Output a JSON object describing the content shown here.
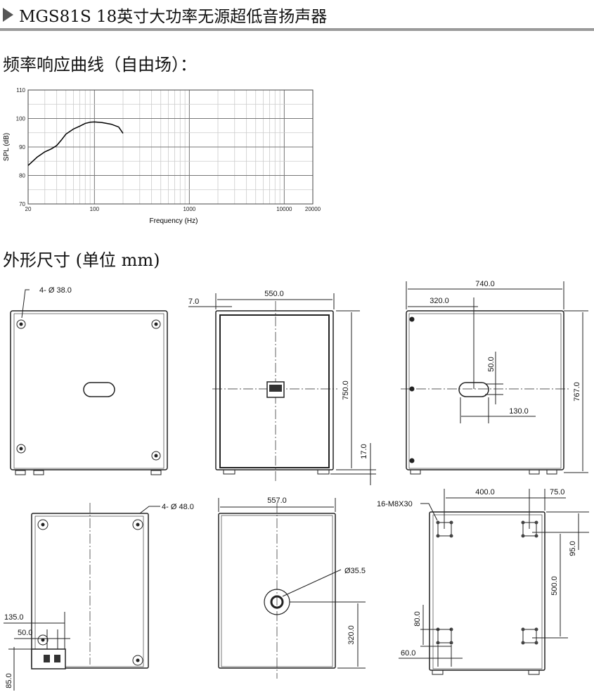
{
  "header": {
    "title": "MGS81S  18英寸大功率无源超低音扬声器"
  },
  "sections": {
    "response": "频率响应曲线（自由场）：",
    "dimensions": "外形尺寸 (单位 mm)"
  },
  "chart_data": {
    "type": "line",
    "title": "",
    "xlabel": "Frequency (Hz)",
    "ylabel": "SPL (dB)",
    "xscale": "log",
    "xlim": [
      20,
      20000
    ],
    "ylim": [
      70,
      110
    ],
    "xticks": [
      "20",
      "100",
      "1000",
      "10000",
      "20000"
    ],
    "yticks": [
      "70",
      "80",
      "90",
      "100",
      "110"
    ],
    "grid": true,
    "series": [
      {
        "name": "SPL",
        "x": [
          20,
          25,
          30,
          35,
          40,
          45,
          50,
          60,
          70,
          80,
          90,
          100,
          120,
          150,
          180,
          200
        ],
        "y": [
          83.5,
          86.5,
          88.3,
          89.3,
          90.5,
          92.5,
          94.5,
          96.3,
          97.3,
          98.3,
          98.7,
          98.8,
          98.6,
          98,
          97,
          94.8
        ]
      }
    ]
  },
  "dimensions": {
    "holes_top": "4- Ø 38.0",
    "width_front": "550.0",
    "offset_front": "7.0",
    "height_front": "750.0",
    "feet_height": "17.0",
    "depth_side": "740.0",
    "handle_offset": "320.0",
    "handle_height": "50.0",
    "handle_width": "130.0",
    "height_side": "767.0",
    "holes_rear": "4- Ø 48.0",
    "panel_135": "135.0",
    "panel_50": "50.0",
    "panel_85": "85.0",
    "width_bottom": "557.0",
    "pole_socket": "Ø35.5",
    "pole_height": "320.0",
    "rigging": "16-M8X30",
    "rig_400": "400.0",
    "rig_75": "75.0",
    "rig_95": "95.0",
    "rig_500": "500.0",
    "rig_80": "80.0",
    "rig_60": "60.0"
  }
}
